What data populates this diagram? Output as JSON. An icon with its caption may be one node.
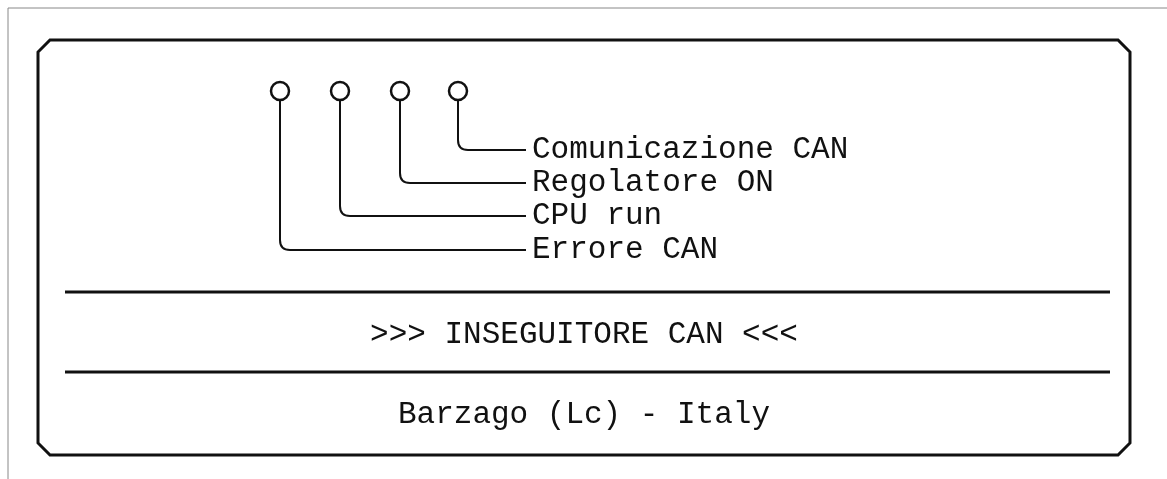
{
  "diagram": {
    "nodes": [
      {
        "text": [],
        "shape": "circle"
      },
      {
        "text": [],
        "shape": "circle"
      },
      {
        "text": [],
        "shape": "circle"
      },
      {
        "text": [],
        "shape": "circle"
      },
      {
        "text": [
          "Comunicazione CAN"
        ]
      },
      {
        "text": [
          "Regolatore ON"
        ]
      },
      {
        "text": [
          "CPU run"
        ]
      },
      {
        "text": [
          "Errore CAN"
        ]
      }
    ],
    "edges": [
      {
        "from": 3,
        "to": 4,
        "arrow": "none"
      },
      {
        "from": 2,
        "to": 5,
        "arrow": "none"
      },
      {
        "from": 1,
        "to": 6,
        "arrow": "none"
      },
      {
        "from": 0,
        "to": 7,
        "arrow": "none"
      }
    ],
    "labels": [
      ">>> INSEGUITORE CAN <<<",
      "Barzago (Lc) - Italy"
    ]
  }
}
